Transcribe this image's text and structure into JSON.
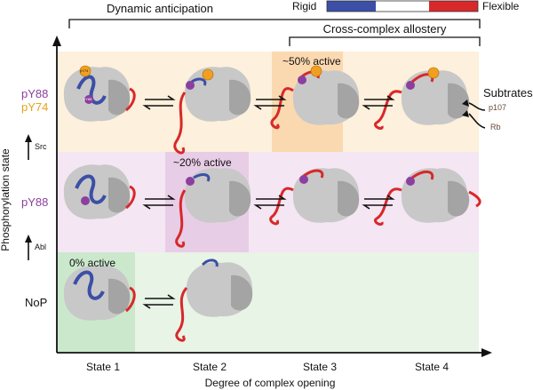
{
  "top": {
    "dynamic_anticipation": "Dynamic anticipation",
    "cross_complex_allostery": "Cross-complex allostery"
  },
  "legend": {
    "rigid_label": "Rigid",
    "flexible_label": "Flexible",
    "colors": {
      "rigid": "#3b4fa6",
      "middle": "#ffffff",
      "flexible": "#d8282a"
    }
  },
  "axes": {
    "y_label": "Phosphorylation state",
    "x_label": "Degree of complex opening"
  },
  "rows": [
    {
      "label_a": "pY88",
      "label_b": "pY74",
      "kinase": "Src"
    },
    {
      "label_a": "pY88",
      "label_b": "",
      "kinase": "Abl"
    },
    {
      "label_a": "NoP",
      "label_b": "",
      "kinase": ""
    }
  ],
  "states": [
    "State 1",
    "State 2",
    "State 3",
    "State 4"
  ],
  "activity": {
    "top_state3": "~50% active",
    "mid_state2": "~20% active",
    "bottom_state1": "0% active"
  },
  "substrates": {
    "title": "Subtrates",
    "items": [
      "p107",
      "Rb"
    ]
  },
  "badges": {
    "y88": "pY88",
    "y74": "pY74"
  },
  "colors": {
    "row_top": "#fdf0dc",
    "row_mid": "#f4e6f2",
    "row_bottom": "#e8f4e6",
    "hl_top": "#fbd9b0",
    "hl_mid": "#e8cde6",
    "hl_bottom": "#cbe8cc",
    "label_purple": "#8b3f9e",
    "label_orange": "#e7a21a",
    "protein_light": "#c8c8c8",
    "protein_dark": "#a4a4a4",
    "loop_red": "#d8282a",
    "loop_blue": "#3b4fa6"
  }
}
